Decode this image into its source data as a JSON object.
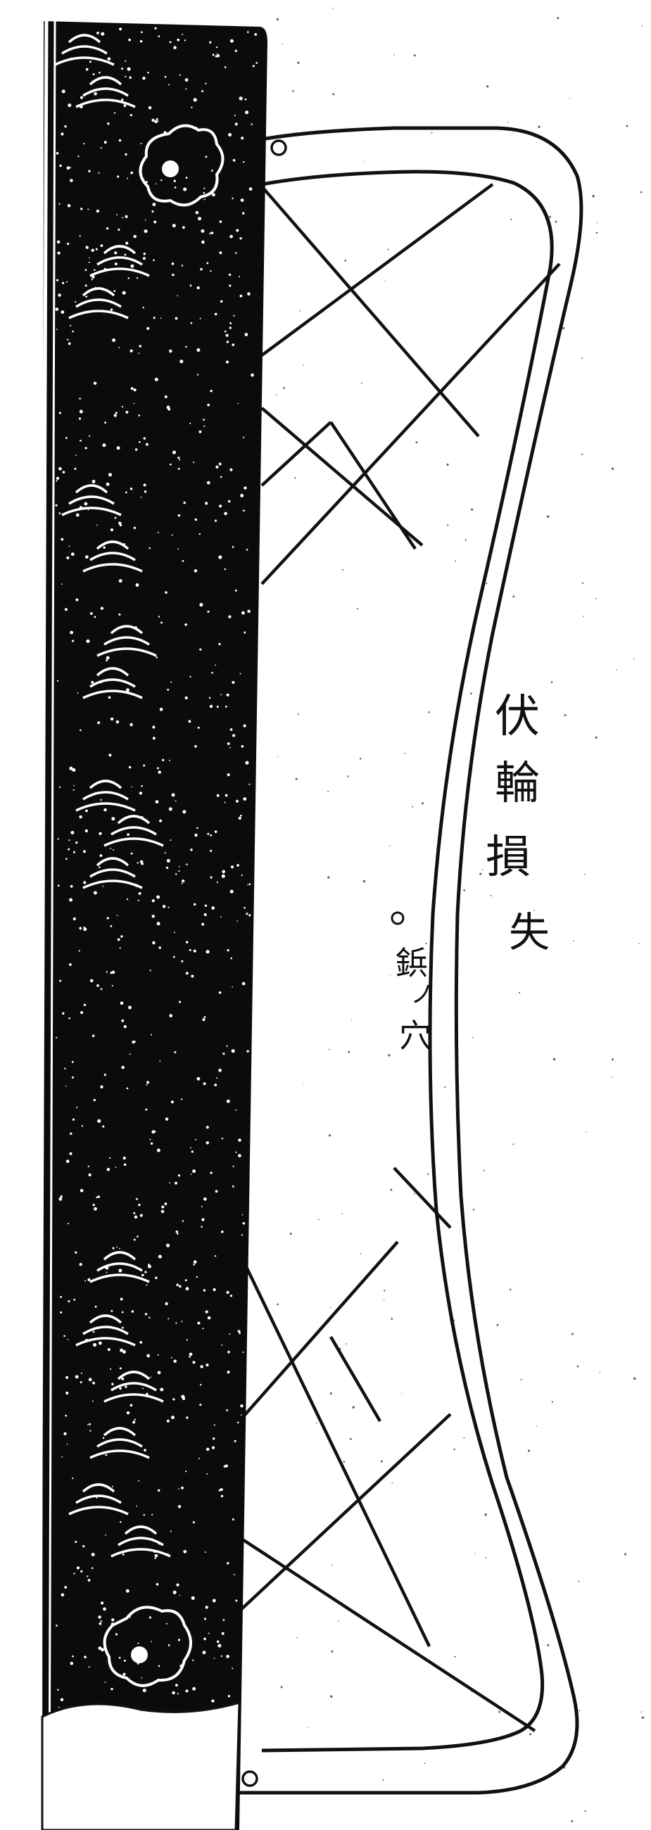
{
  "labels": {
    "title_chars": [
      "伏",
      "輪",
      "損",
      "失"
    ],
    "note_chars": [
      "鋲",
      "ノ",
      "穴"
    ]
  },
  "colors": {
    "ink": "#111111",
    "paper": "#ffffff",
    "speckle": "#ffffff"
  },
  "icons": [
    "lacquer-panel",
    "flower-crest",
    "wave-pattern",
    "open-frame",
    "rivet-hole"
  ]
}
